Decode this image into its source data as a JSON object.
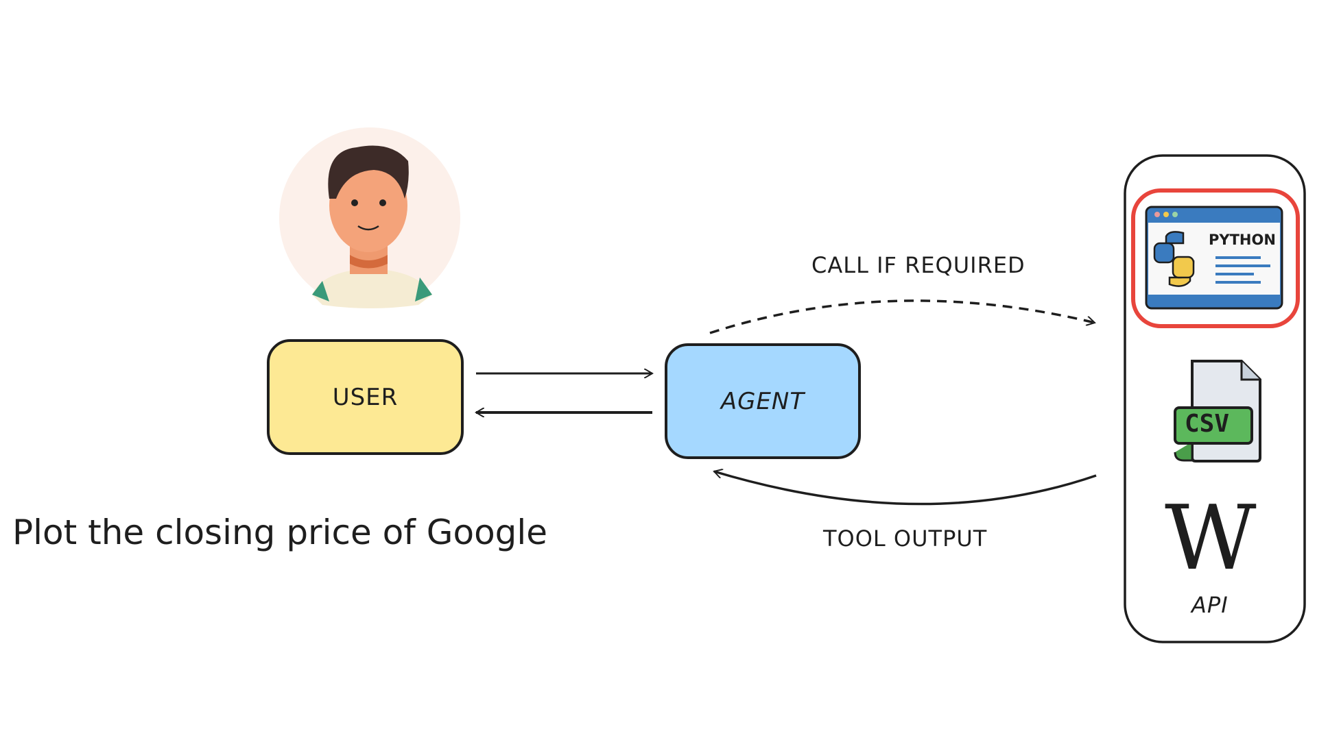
{
  "user_box": {
    "label": "USER"
  },
  "agent_box": {
    "label": "AGENT"
  },
  "call_label": "CALL IF REQUIRED",
  "output_label": "TOOL OUTPUT",
  "prompt": "Plot the closing price of Google",
  "tools": {
    "python": {
      "label": "PYTHON"
    },
    "csv": {
      "label": "CSV"
    },
    "wiki": {
      "logo": "W",
      "label": "API"
    }
  },
  "colors": {
    "user": "#fde994",
    "agent": "#a5d8ff",
    "highlight": "#e8453c",
    "python_blue": "#3a7bbf",
    "csv_green": "#5cb85c"
  }
}
